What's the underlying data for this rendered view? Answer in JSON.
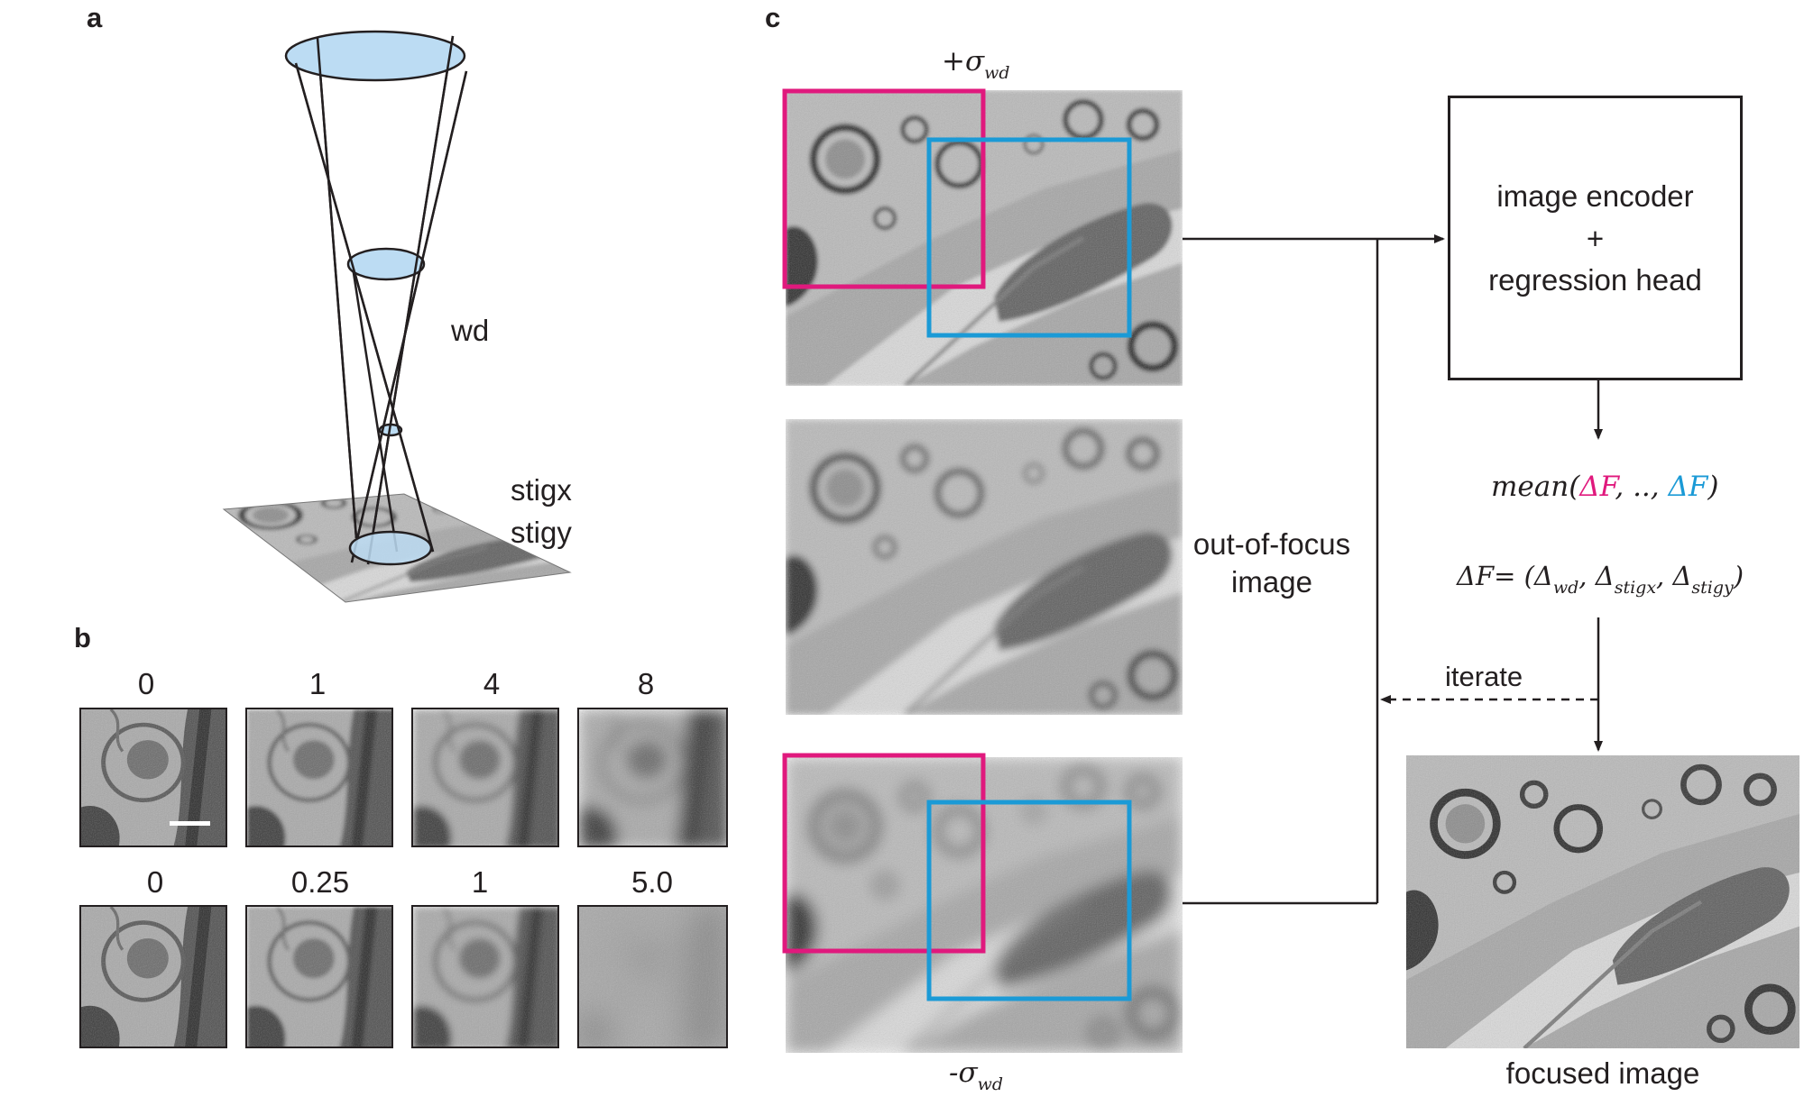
{
  "panel_labels": {
    "a": "a",
    "b": "b",
    "c": "c"
  },
  "panel_a": {
    "wd_label": "wd",
    "stig_labels": [
      "stigx",
      "stigy"
    ]
  },
  "panel_b": {
    "row1_labels": [
      "0",
      "1",
      "4",
      "8"
    ],
    "row2_labels": [
      "0",
      "0.25",
      "1",
      "5.0"
    ]
  },
  "panel_c": {
    "plus_sigma": {
      "prefix": "+σ",
      "subscript": "wd"
    },
    "minus_sigma": {
      "prefix": "-σ",
      "subscript": "wd"
    },
    "out_of_focus_line1": "out-of-focus",
    "out_of_focus_line2": "image",
    "model_box": {
      "line1": "image encoder",
      "line2": "+",
      "line3": "regression head"
    },
    "mean_expr": {
      "open": "mean(",
      "delta1": "ΔF",
      "middle": ", .., ",
      "delta2": "ΔF",
      "close": ")"
    },
    "delta_def": {
      "lhs": "ΔF= (",
      "t1": "Δ",
      "s1": "wd",
      "t2": "Δ",
      "s2": "stigx",
      "t3": "Δ",
      "s3": "stigy",
      "close": ")"
    },
    "iterate_label": "iterate",
    "focused_label": "focused image"
  },
  "colors": {
    "magenta": "#e0197d",
    "cyan": "#1b9ad6",
    "lens_fill": "#bcdcf3",
    "ink": "#231f20"
  }
}
